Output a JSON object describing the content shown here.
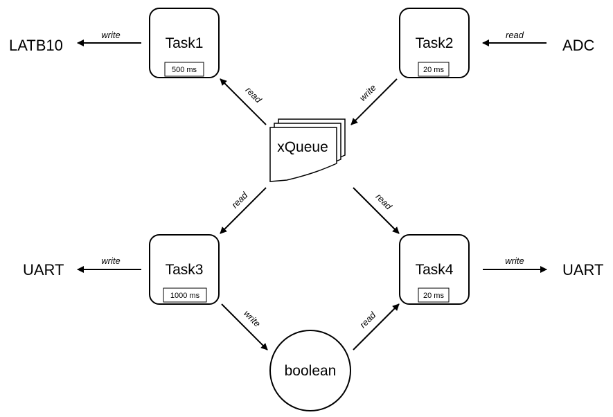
{
  "tasks": [
    {
      "name": "Task1",
      "period": "500 ms"
    },
    {
      "name": "Task2",
      "period": "20 ms"
    },
    {
      "name": "Task3",
      "period": "1000 ms"
    },
    {
      "name": "Task4",
      "period": "20 ms"
    }
  ],
  "queue": {
    "label": "xQueue"
  },
  "variable": {
    "label": "boolean"
  },
  "endpoints": {
    "latb10": "LATB10",
    "adc": "ADC",
    "uart_left": "UART",
    "uart_right": "UART"
  },
  "edges": {
    "task1_to_latb10": "write",
    "adc_to_task2": "read",
    "queue_to_task1": "read",
    "task2_to_queue": "write",
    "queue_to_task3": "read",
    "queue_to_task4": "read",
    "task3_to_uart": "write",
    "task4_to_uart": "write",
    "task3_to_boolean": "write",
    "boolean_to_task4": "read"
  }
}
